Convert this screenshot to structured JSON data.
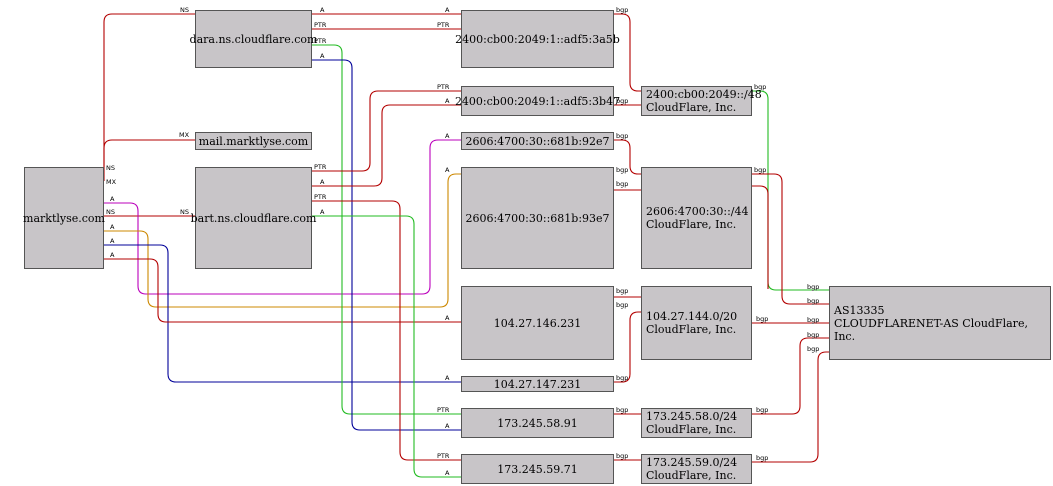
{
  "colors": {
    "red": "#b30000",
    "green": "#22bb22",
    "blue": "#000099",
    "magenta": "#bb00bb",
    "orange": "#cc8800",
    "node_fill": "#c8c5c8"
  },
  "nodes": {
    "marktlyse": "marktlyse.com",
    "dara": "dara.ns.cloudflare.com",
    "mail": "mail.marktlyse.com",
    "bart": "bart.ns.cloudflare.com",
    "ip6_a5b": "2400:cb00:2049:1::adf5:3a5b",
    "ip6_b47": "2400:cb00:2049:1::adf5:3b47",
    "ip6_92e7": "2606:4700:30::681b:92e7",
    "ip6_93e7": "2606:4700:30::681b:93e7",
    "ip4_146": "104.27.146.231",
    "ip4_147": "104.27.147.231",
    "ip4_58": "173.245.58.91",
    "ip4_59": "173.245.59.71",
    "net_2400": {
      "line1": "2400:cb00:2049::/48",
      "line2": "CloudFlare, Inc."
    },
    "net_2606": {
      "line1": "2606:4700:30::/44",
      "line2": "CloudFlare, Inc."
    },
    "net_104": {
      "line1": "104.27.144.0/20",
      "line2": "CloudFlare, Inc."
    },
    "net_58": {
      "line1": "173.245.58.0/24",
      "line2": "CloudFlare, Inc."
    },
    "net_59": {
      "line1": "173.245.59.0/24",
      "line2": "CloudFlare, Inc."
    },
    "as": {
      "line1": "AS13335",
      "line2": "CLOUDFLARENET-AS CloudFlare, Inc."
    }
  },
  "edge_labels": {
    "ns": "NS",
    "mx": "MX",
    "a": "A",
    "ptr": "PTR",
    "bgp": "bgp"
  }
}
